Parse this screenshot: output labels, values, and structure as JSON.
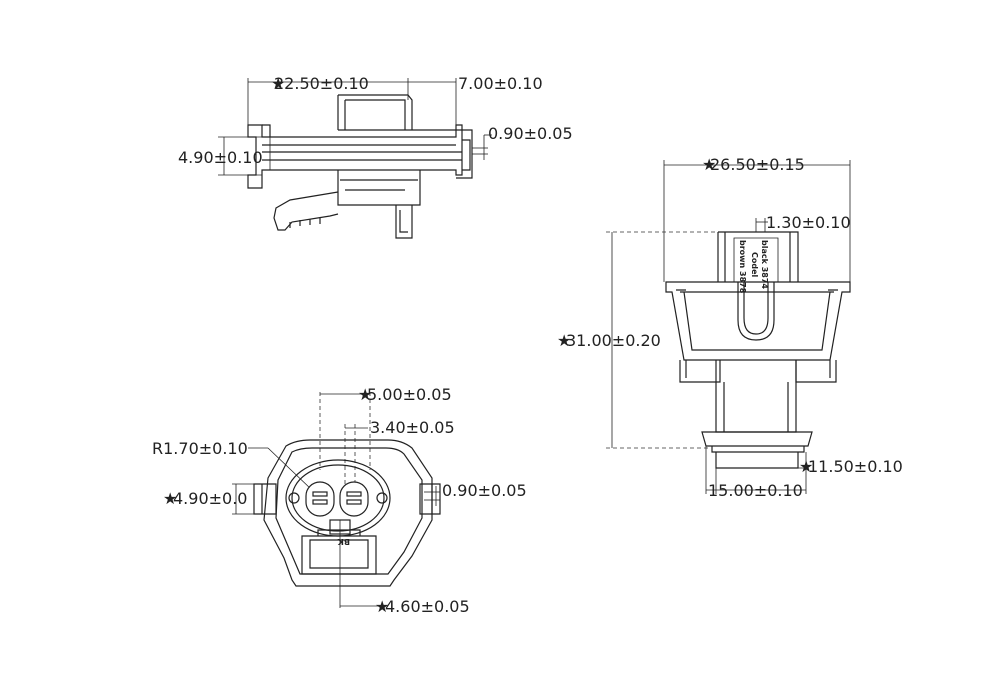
{
  "side_view": {
    "dim_width": "22.50±0.10",
    "dim_tab": "7.00±0.10",
    "dim_thickness": "0.90±0.05",
    "dim_height": "4.90±0.10"
  },
  "front_view": {
    "dim_width": "26.50±0.15",
    "dim_slot": "1.30±0.10",
    "dim_height": "31.00±0.20",
    "dim_neck": "11.50±0.10",
    "dim_base": "15.00±0.10",
    "label_line1": "black 3874",
    "label_line2": "Codel",
    "label_line3": "brown 3878"
  },
  "end_view": {
    "dim_pitch": "5.00±0.05",
    "dim_contact": "3.40±0.05",
    "dim_radius": "R1.70±0.10",
    "dim_height": "4.90±0.0",
    "dim_thickness": "0.90±0.05",
    "dim_offset": "4.60±0.05",
    "code_mark": "BK"
  },
  "star_symbol": "★"
}
